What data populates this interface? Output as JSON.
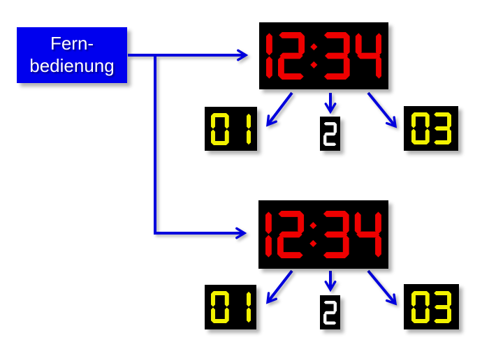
{
  "remote": {
    "label_line1": "Fern-",
    "label_line2": "bedienung"
  },
  "colors": {
    "remote_bg": "#0000ee",
    "remote_text": "#ffffff",
    "arrow": "#0000dd",
    "display_bg": "#000000",
    "clock_digits": "#ee0000",
    "yellow_digits": "#f2f200",
    "white_digits": "#f5f5f5"
  },
  "top_group": {
    "clock_value": "12:34",
    "display_left": "01",
    "display_middle": "2",
    "display_right": "03"
  },
  "bottom_group": {
    "clock_value": "12:34",
    "display_left": "01",
    "display_middle": "2",
    "display_right": "03"
  }
}
